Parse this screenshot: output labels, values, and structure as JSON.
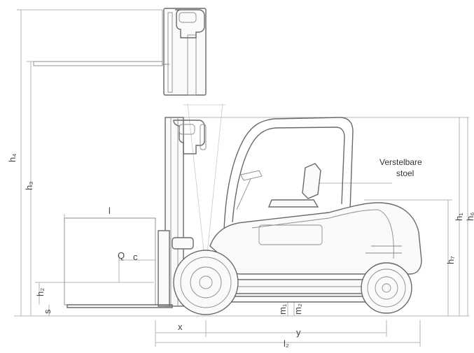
{
  "labels": {
    "h4": "h₄",
    "h3": "h₃",
    "h2": "h₂",
    "h1": "h₁",
    "h6": "h₆",
    "h7": "h₇",
    "s": "s",
    "l": "l",
    "q": "Q",
    "c": "c",
    "x": "x",
    "y": "y",
    "l2": "l₂",
    "m1": "m₁",
    "m2": "m₂"
  },
  "annotation": {
    "line1": "Verstelbare",
    "line2": "stoel"
  }
}
